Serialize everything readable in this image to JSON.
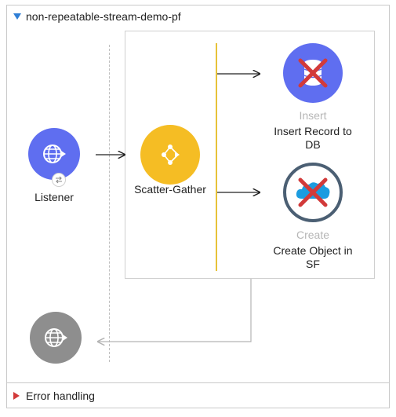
{
  "flow": {
    "title": "non-repeatable-stream-demo-pf",
    "error_handling_label": "Error handling"
  },
  "nodes": {
    "listener": {
      "label": "Listener",
      "icon": "globe-icon"
    },
    "scatter_gather": {
      "label": "Scatter-Gather",
      "icon": "split-icon"
    },
    "insert": {
      "type_label": "Insert",
      "label_line1": "Insert Record to",
      "label_line2": "DB",
      "icon": "database-icon"
    },
    "create": {
      "type_label": "Create",
      "label_line1": "Create Object in",
      "label_line2": "SF",
      "icon": "salesforce-icon"
    },
    "return": {
      "icon": "globe-icon"
    }
  },
  "colors": {
    "listener_blue": "#5f6ef0",
    "scatter_yellow": "#f5bd24",
    "gray_node": "#8e8e8e",
    "error_red": "#d23a3a",
    "accent_blue": "#2f7fd6"
  }
}
